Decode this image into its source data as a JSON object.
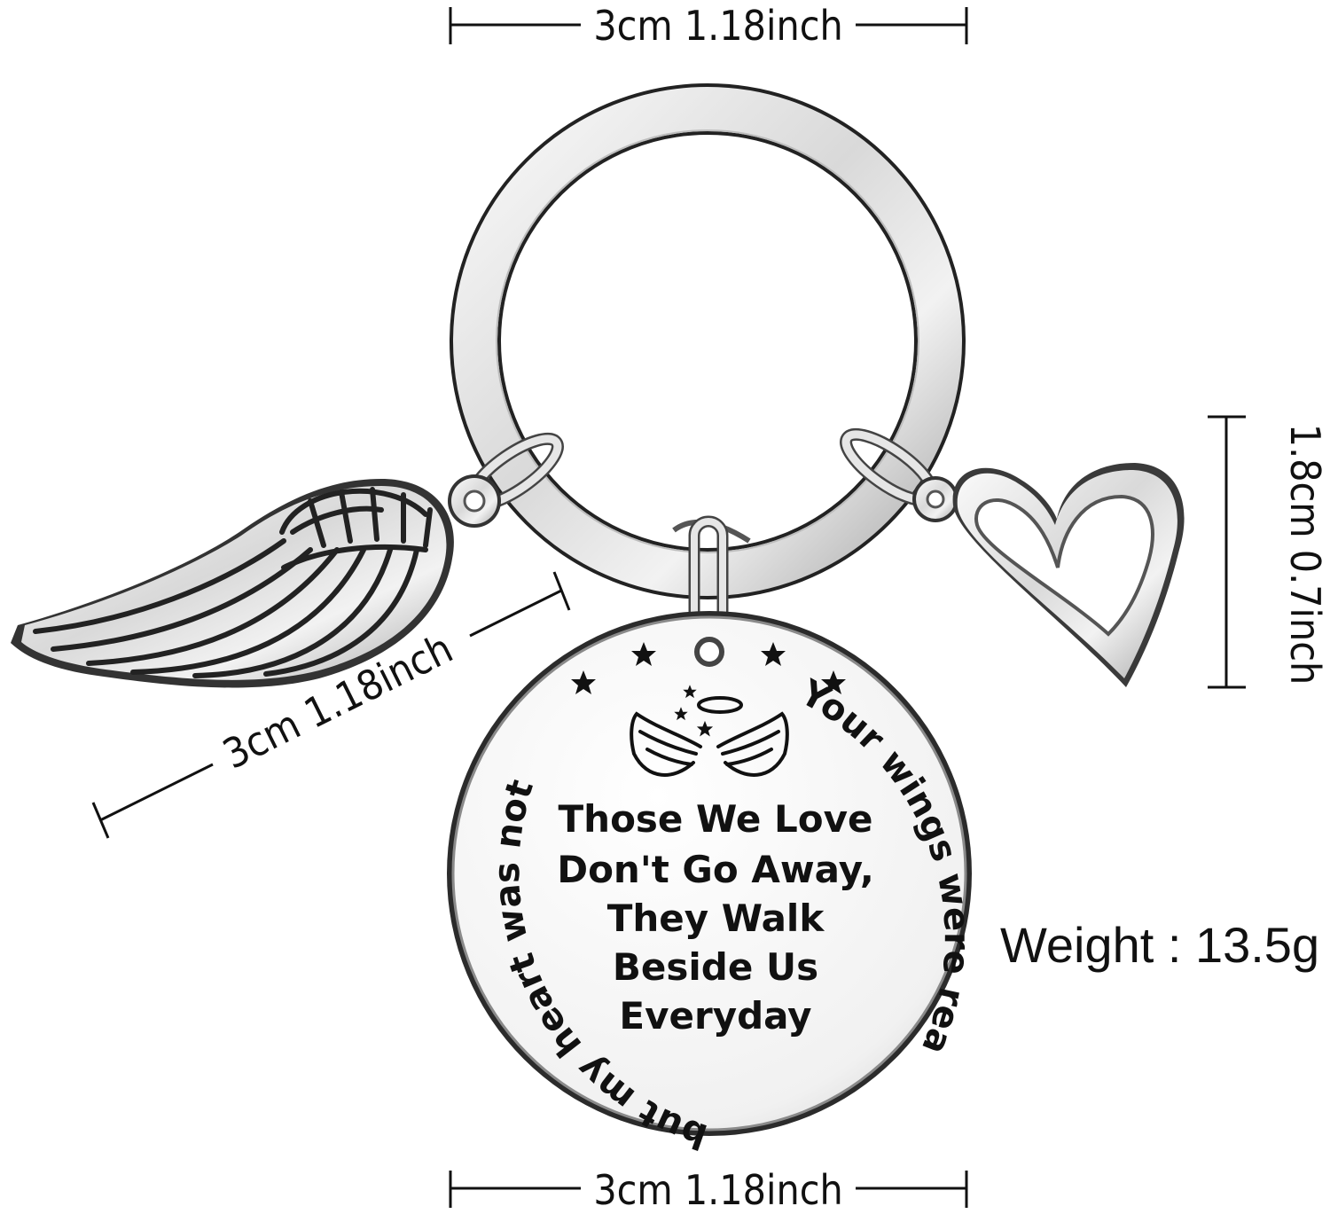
{
  "dimensions": {
    "top": "3cm 1.18inch",
    "bottom": "3cm 1.18inch",
    "wing": "3cm 1.18inch",
    "heart": "1.8cm 0.7inch"
  },
  "pendant": {
    "center_lines": [
      "Those We Love",
      "Don't Go Away,",
      "They Walk",
      "Beside Us",
      "Everyday"
    ],
    "right_arc": "Your wings were ready,",
    "bottom_arc": "but my heart was not"
  },
  "spec": {
    "weight": "Weight : 13.5g"
  },
  "colors": {
    "steel_light": "#f4f4f4",
    "steel_mid": "#cfcfcf",
    "steel_dark": "#6e6e6e",
    "ink": "#111111"
  },
  "icons": [
    "angel-wings-halo-icon",
    "star-icon",
    "angel-wing-charm",
    "heart-charm",
    "key-ring"
  ]
}
